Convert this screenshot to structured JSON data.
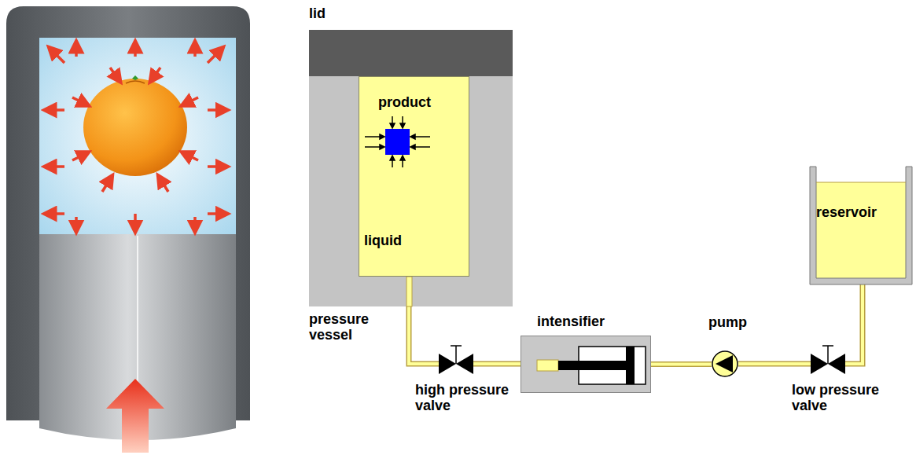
{
  "diagram": {
    "nodes": [
      {
        "text": [
          "lid"
        ]
      },
      {
        "text": [
          "pressure vessel"
        ]
      },
      {
        "text": [
          "liquid"
        ],
        "in": 1
      },
      {
        "text": [
          "product"
        ],
        "in": 2
      },
      {
        "text": [
          "high pressure valve"
        ]
      },
      {
        "text": [
          "intensifier"
        ]
      },
      {
        "text": [
          "pump"
        ]
      },
      {
        "text": [
          "low pressure valve"
        ]
      },
      {
        "text": [
          "reservoir"
        ]
      }
    ],
    "edges": [
      {
        "from": 2,
        "to": 4,
        "arrow": "none"
      },
      {
        "from": 4,
        "to": 5,
        "arrow": "none"
      },
      {
        "from": 5,
        "to": 6,
        "arrow": "none"
      },
      {
        "from": 6,
        "to": 7,
        "arrow": "none"
      },
      {
        "from": 7,
        "to": 8,
        "arrow": "none"
      }
    ]
  }
}
